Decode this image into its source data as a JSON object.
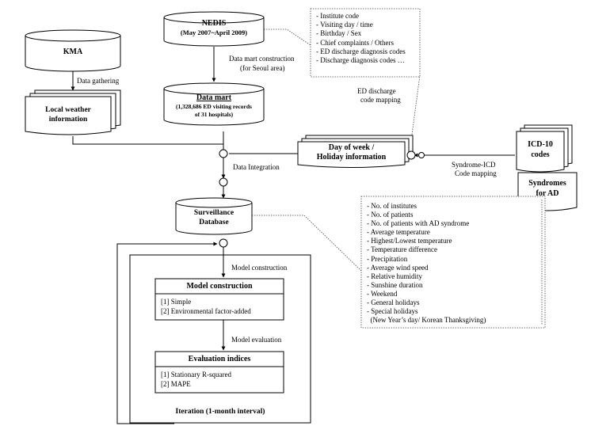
{
  "nedis": {
    "title": "NEDIS",
    "period": "(May 2007~April 2009)"
  },
  "kma": {
    "title": "KMA"
  },
  "arrows": {
    "data_gathering": "Data gathering",
    "data_mart_construction_1": "Data mart construction",
    "data_mart_construction_2": "(for Seoul area)",
    "data_integration": "Data Integration",
    "model_construction": "Model construction",
    "model_evaluation": "Model evaluation",
    "ed_mapping_1": "ED discharge",
    "ed_mapping_2": "code mapping",
    "syndrome_mapping_1": "Syndrome-ICD",
    "syndrome_mapping_2": "Code mapping"
  },
  "data_mart": {
    "title": "Data mart",
    "desc_1": "(1,328,686 ED visiting records",
    "desc_2": "of 31 hospitals)"
  },
  "weather": {
    "line_1": "Local weather",
    "line_2": "information"
  },
  "holiday": {
    "line_1": "Day of week /",
    "line_2": "Holiday information"
  },
  "icd": {
    "line_1": "ICD-10",
    "line_2": "codes"
  },
  "syndromes": {
    "line_1": "Syndromes",
    "line_2": "for AD"
  },
  "nedis_fields": [
    "- Institute code",
    "- Visiting day / time",
    "- Birthday / Sex",
    "- Chief  complaints / Others",
    "- ED discharge diagnosis codes",
    "- Discharge diagnosis codes …"
  ],
  "surveillance": {
    "line_1": "Surveillance",
    "line_2": "Database"
  },
  "variables": [
    "- No. of institutes",
    "- No. of patients",
    "- No. of patients with AD syndrome",
    "- Average temperature",
    "- Highest/Lowest temperature",
    "- Temperature difference",
    "- Precipitation",
    "- Average wind speed",
    "- Relative humidity",
    "- Sunshine duration",
    "- Weekend",
    "- General holidays",
    "- Special holidays",
    "  (New Year’s day/ Korean Thanksgiving)"
  ],
  "model_box": {
    "title": "Model construction",
    "items": [
      "[1] Simple",
      "[2] Environmental factor-added"
    ]
  },
  "eval_box": {
    "title": "Evaluation indices",
    "items": [
      "[1] Stationary R-squared",
      "[2] MAPE"
    ]
  },
  "iteration": "Iteration (1-month interval)"
}
